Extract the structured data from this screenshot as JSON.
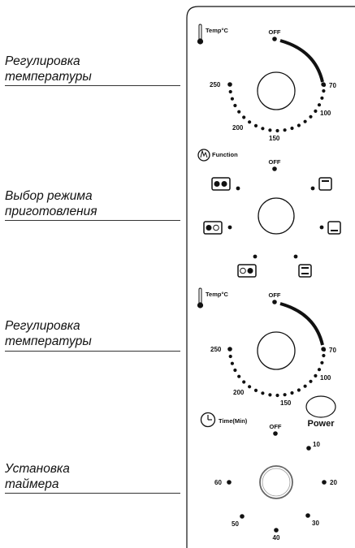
{
  "labels": [
    {
      "line1": "Регулировка",
      "line2": "температуры"
    },
    {
      "line1": "Выбор режима",
      "line2": "приготовления"
    },
    {
      "line1": "Регулировка",
      "line2": "температуры"
    },
    {
      "line1": "Установка",
      "line2": "таймера"
    }
  ],
  "temp_dial_1": {
    "title": "Temp°C",
    "off": "OFF",
    "marks": {
      "t250": "250",
      "t200": "200",
      "t150": "150",
      "t100": "100",
      "t70": "70"
    }
  },
  "function_dial": {
    "title": "Function",
    "off": "OFF"
  },
  "temp_dial_2": {
    "title": "Temp°C",
    "off": "OFF",
    "marks": {
      "t250": "250",
      "t200": "200",
      "t150": "150",
      "t100": "100",
      "t70": "70"
    }
  },
  "power_button": {
    "label": "Power"
  },
  "timer_dial": {
    "title": "Time(Min)",
    "off": "OFF",
    "marks": {
      "m10": "10",
      "m20": "20",
      "m30": "30",
      "m40": "40",
      "m50": "50",
      "m60": "60"
    }
  },
  "icons": {
    "thermometer": "thermometer-icon",
    "function": "function-icon",
    "clock": "clock-icon"
  }
}
